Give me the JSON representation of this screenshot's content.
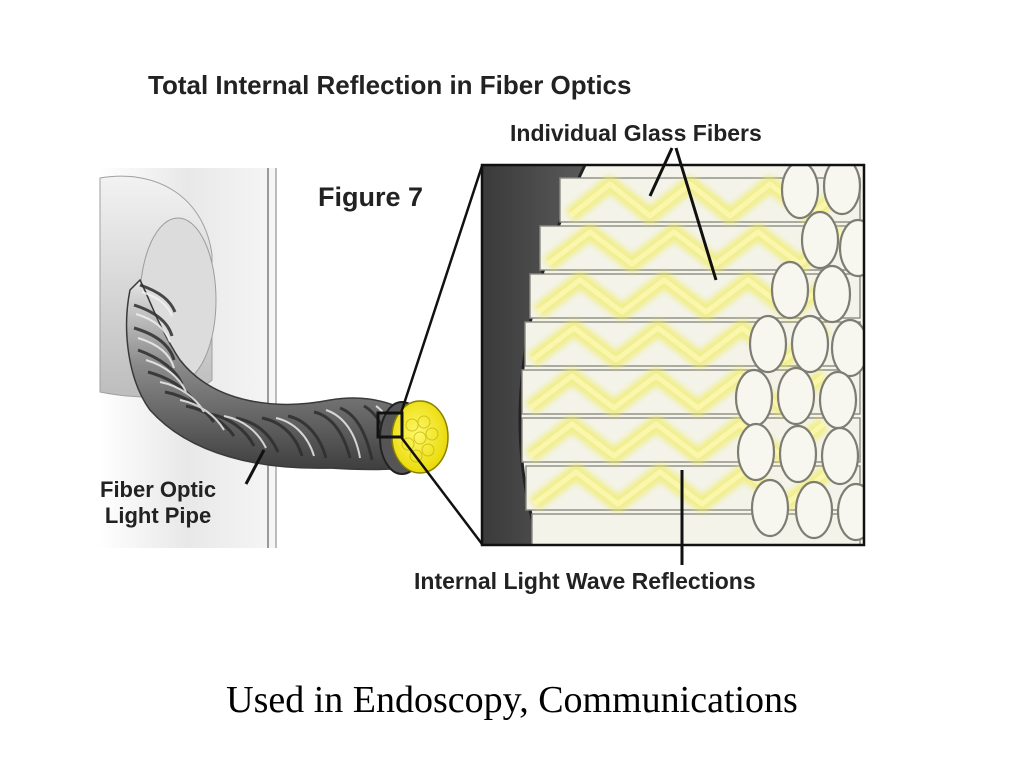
{
  "diagram": {
    "title": "Total Internal Reflection in Fiber Optics",
    "figure_label": "Figure 7",
    "labels": {
      "glass_fibers": "Individual Glass Fibers",
      "light_pipe_line1": "Fiber Optic",
      "light_pipe_line2": "Light Pipe",
      "reflections": "Internal Light Wave Reflections"
    }
  },
  "caption": "Used in Endoscopy, Communications",
  "colors": {
    "fiber_glow": "#f0ec5a",
    "fiber_end": "#f2e81e",
    "metal_dark": "#4a4a4a",
    "metal_light": "#d8d8d8"
  }
}
